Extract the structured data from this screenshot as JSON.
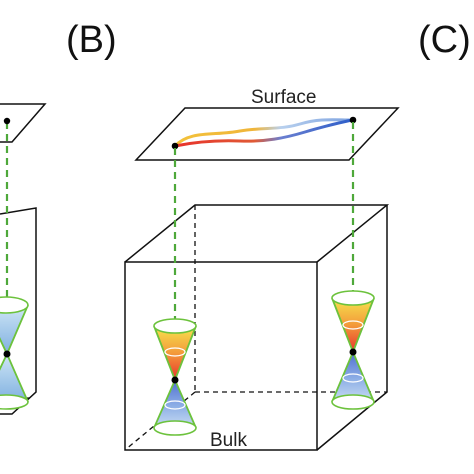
{
  "panels": {
    "b": {
      "letter": "(B)"
    },
    "c": {
      "letter": "(C)"
    }
  },
  "labels": {
    "surface": "Surface",
    "bulk": "Bulk"
  },
  "colors": {
    "edge": "#111111",
    "guide_line": "#4ea83a",
    "cone_outline": "#6cc23c",
    "upper_cone_top": "#f6e44e",
    "upper_cone_bottom": "#e8322b",
    "lower_cone_top": "#4f6fd0",
    "lower_cone_bottom": "#c9ddf3",
    "surface_curve": [
      "#e8322b",
      "#f0b53a",
      "#b8d0ee",
      "#2d5ec9"
    ]
  }
}
